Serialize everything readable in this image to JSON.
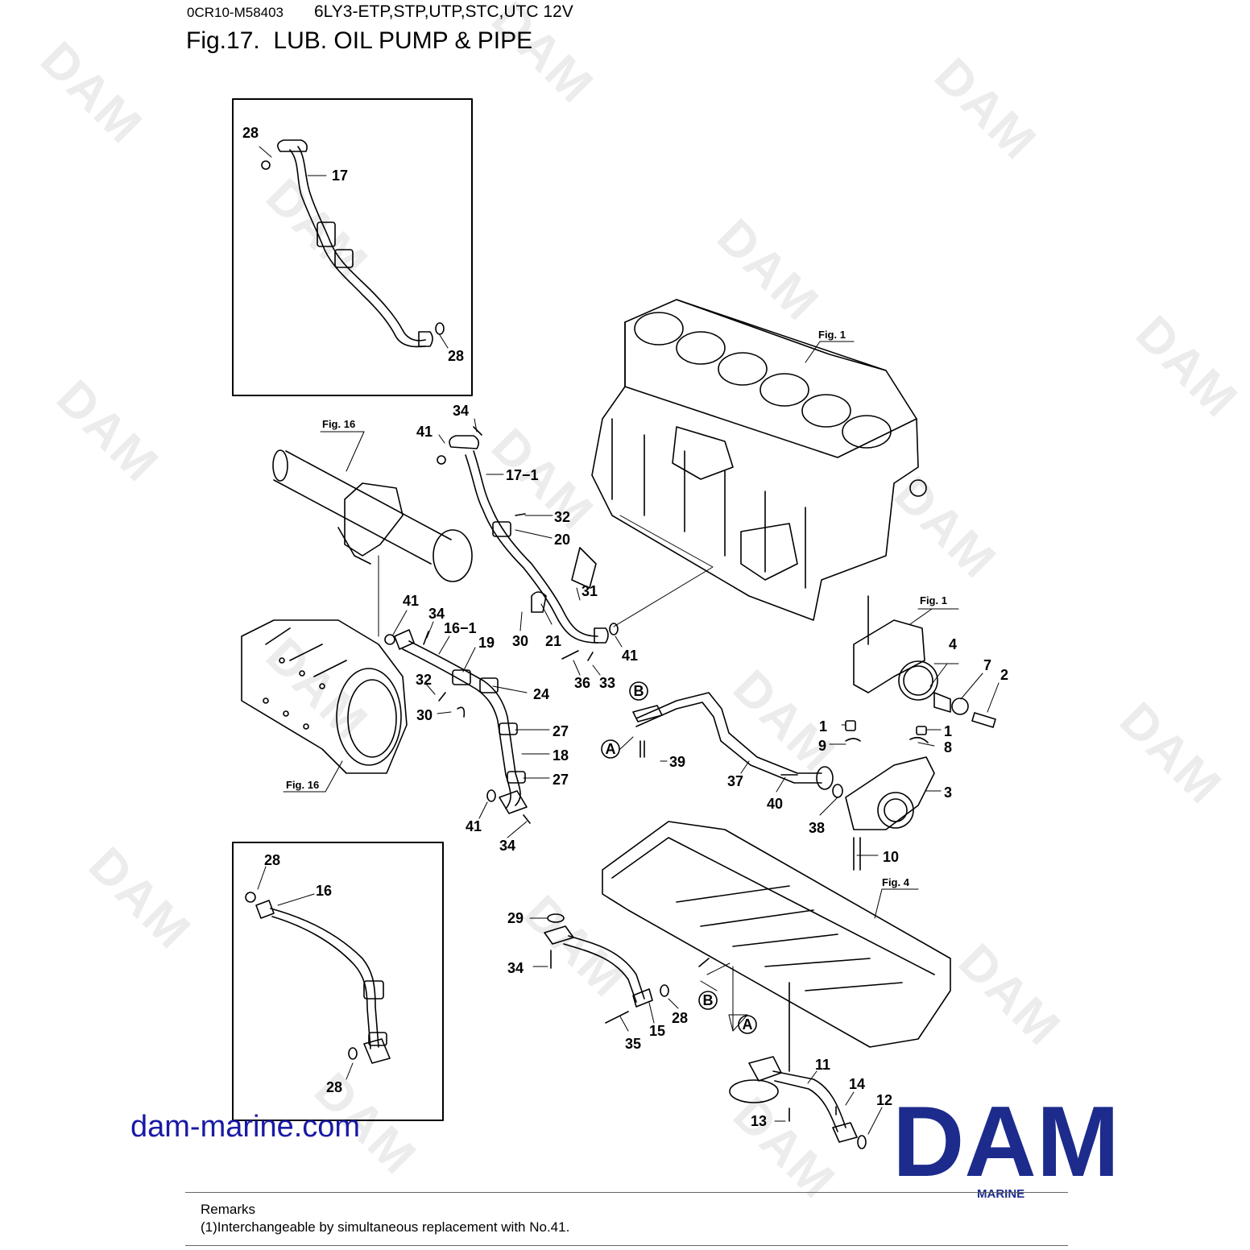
{
  "header": {
    "doc_code": "0CR10-M58403",
    "model": "6LY3-ETP,STP,UTP,STC,UTC 12V",
    "title": "Fig.17.  LUB. OIL PUMP & PIPE"
  },
  "watermark": "DAM",
  "fig_refs": {
    "fig1_block": "Fig. 1",
    "fig16_filter": "Fig. 16",
    "fig1_bracket": "Fig. 1",
    "fig16_cooler": "Fig. 16",
    "fig4_pan": "Fig. 4"
  },
  "callout_letters": {
    "a": "A",
    "b": "B"
  },
  "part_labels": {
    "top_box": {
      "oring_top": "28",
      "pipe": "17",
      "oring_bottom": "28"
    },
    "bottom_box": {
      "oring_top": "28",
      "pipe": "16",
      "oring_bottom": "28"
    },
    "main": [
      {
        "id": "p34a",
        "text": "34"
      },
      {
        "id": "p41a",
        "text": "41"
      },
      {
        "id": "p17_1",
        "text": "17−1"
      },
      {
        "id": "p32a",
        "text": "32"
      },
      {
        "id": "p20",
        "text": "20"
      },
      {
        "id": "p31",
        "text": "31"
      },
      {
        "id": "p30a",
        "text": "30"
      },
      {
        "id": "p21",
        "text": "21"
      },
      {
        "id": "p41b",
        "text": "41"
      },
      {
        "id": "p41c",
        "text": "41"
      },
      {
        "id": "p34b",
        "text": "34"
      },
      {
        "id": "p16_1",
        "text": "16−1"
      },
      {
        "id": "p19",
        "text": "19"
      },
      {
        "id": "p32b",
        "text": "32"
      },
      {
        "id": "p24",
        "text": "24"
      },
      {
        "id": "p30b",
        "text": "30"
      },
      {
        "id": "p27a",
        "text": "27"
      },
      {
        "id": "p18",
        "text": "18"
      },
      {
        "id": "p27b",
        "text": "27"
      },
      {
        "id": "p41d",
        "text": "41"
      },
      {
        "id": "p34c",
        "text": "34"
      },
      {
        "id": "p36",
        "text": "36"
      },
      {
        "id": "p33",
        "text": "33"
      },
      {
        "id": "p39",
        "text": "39"
      },
      {
        "id": "p37",
        "text": "37"
      },
      {
        "id": "p40",
        "text": "40"
      },
      {
        "id": "p38",
        "text": "38"
      },
      {
        "id": "p4",
        "text": "4"
      },
      {
        "id": "p7",
        "text": "7"
      },
      {
        "id": "p2",
        "text": "2"
      },
      {
        "id": "p1a",
        "text": "1"
      },
      {
        "id": "p9",
        "text": "9"
      },
      {
        "id": "p1b",
        "text": "1"
      },
      {
        "id": "p8",
        "text": "8"
      },
      {
        "id": "p3",
        "text": "3"
      },
      {
        "id": "p10",
        "text": "10"
      },
      {
        "id": "p29",
        "text": "29"
      },
      {
        "id": "p34d",
        "text": "34"
      },
      {
        "id": "p28",
        "text": "28"
      },
      {
        "id": "p35",
        "text": "35"
      },
      {
        "id": "p15",
        "text": "15"
      },
      {
        "id": "p11",
        "text": "11"
      },
      {
        "id": "p14",
        "text": "14"
      },
      {
        "id": "p12",
        "text": "12"
      },
      {
        "id": "p13",
        "text": "13"
      }
    ]
  },
  "branding": {
    "website": "dam-marine.com",
    "logo_text": "DAM",
    "logo_subtext": "MARINE",
    "logo_color": "#1d2b8c",
    "website_color": "#1a1aa6"
  },
  "remarks": {
    "heading": "Remarks",
    "text": "(1)Interchangeable by simultaneous replacement with No.41."
  }
}
